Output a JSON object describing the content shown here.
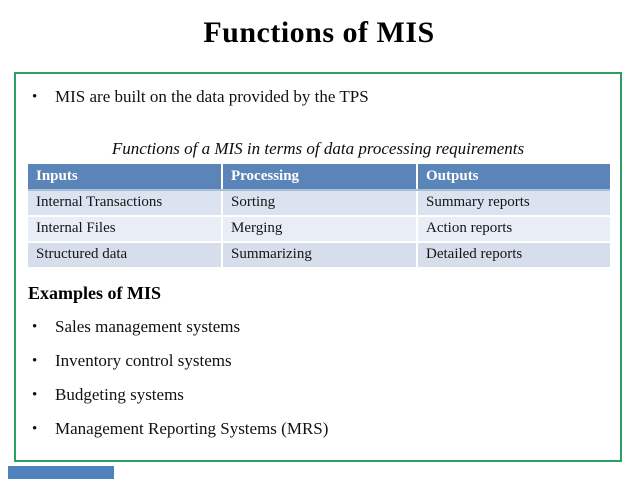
{
  "title": "Functions of MIS",
  "bullet_glyph": "•",
  "intro_bullet": "MIS are built on the data provided by the TPS",
  "table_caption": "Functions of a MIS in terms of data processing requirements",
  "table": {
    "headers": [
      "Inputs",
      "Processing",
      "Outputs"
    ],
    "rows": [
      [
        "Internal Transactions",
        "Sorting",
        "Summary reports"
      ],
      [
        "Internal Files",
        "Merging",
        "Action reports"
      ],
      [
        "Structured data",
        "Summarizing",
        "Detailed reports"
      ]
    ]
  },
  "examples_heading": "Examples of MIS",
  "examples": [
    "Sales management systems",
    "Inventory control systems",
    "Budgeting systems",
    "Management Reporting Systems (MRS)"
  ],
  "colors": {
    "box_border_green": "#2d9e64",
    "table_header_bg": "#5b84b8",
    "table_header_text": "#ffffff",
    "row_band_1": "#dce3f0",
    "row_band_2": "#e9edf5",
    "row_band_3": "#d6deec",
    "footer_bar_blue": "#4f81bd"
  }
}
